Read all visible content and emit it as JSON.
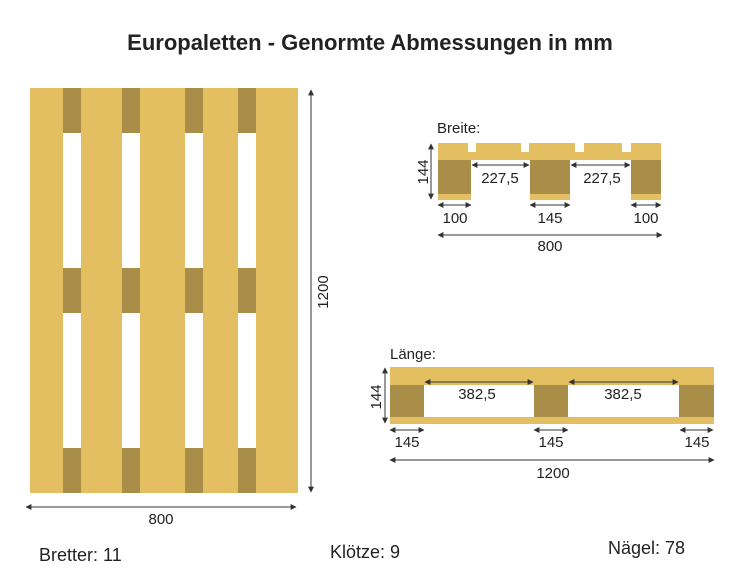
{
  "title": "Europaletten - Genormte Abmessungen in mm",
  "colors": {
    "board": "#e3bf62",
    "block": "#a88e48",
    "line": "#333333",
    "text": "#222222"
  },
  "top_view": {
    "width_label": "800",
    "length_label": "1200"
  },
  "breite_view": {
    "heading": "Breite:",
    "height_label": "144",
    "gap_left": "227,5",
    "gap_right": "227,5",
    "block_left": "100",
    "block_mid": "145",
    "block_right": "100",
    "total": "800"
  },
  "laenge_view": {
    "heading": "Länge:",
    "height_label": "144",
    "gap_left": "382,5",
    "gap_right": "382,5",
    "block_left": "145",
    "block_mid": "145",
    "block_right": "145",
    "total": "1200"
  },
  "stats": {
    "bretter": "Bretter: 11",
    "kloetze": "Klötze: 9",
    "naegel": "Nägel: 78"
  }
}
